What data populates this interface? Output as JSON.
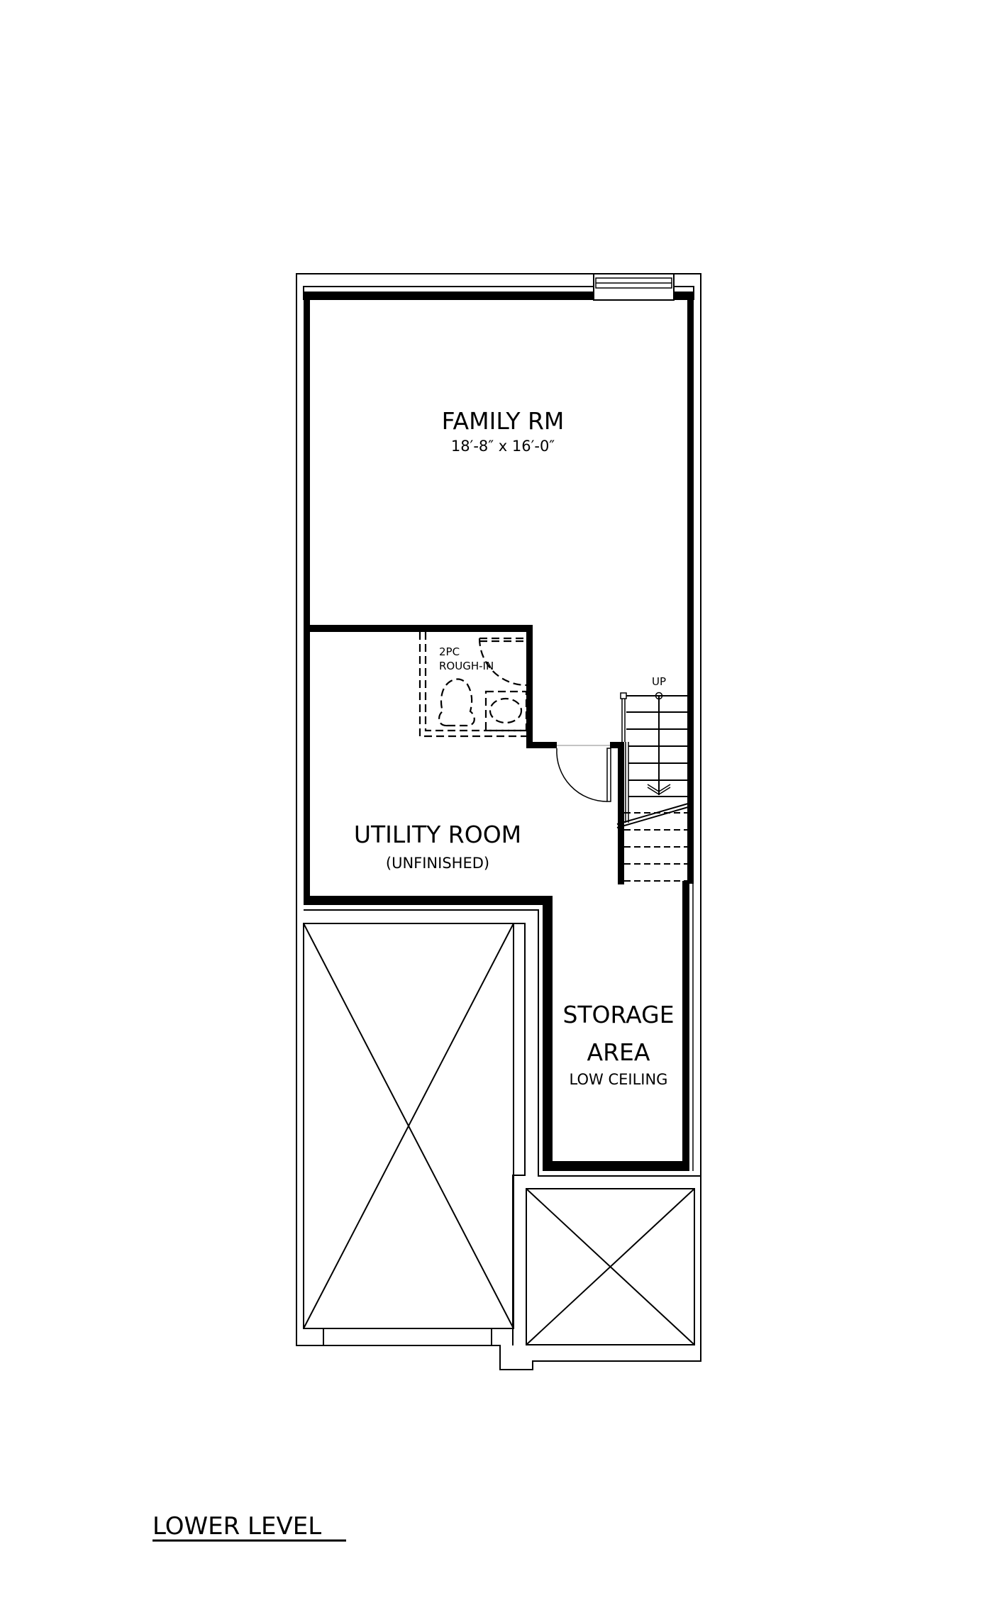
{
  "plan": {
    "level_title": "LOWER LEVEL",
    "rooms": {
      "family": {
        "name": "FAMILY RM",
        "dimensions": "18′-8″ x 16′-0″"
      },
      "utility": {
        "name": "UTILITY ROOM",
        "note": "(UNFINISHED)"
      },
      "bath": {
        "line1": "2PC",
        "line2": "ROUGH-IN"
      },
      "storage": {
        "line1": "STORAGE",
        "line2": "AREA",
        "note": "LOW CEILING"
      }
    },
    "stairs": {
      "direction_label": "UP"
    },
    "colors": {
      "wall": "#000000",
      "background": "#ffffff"
    }
  }
}
